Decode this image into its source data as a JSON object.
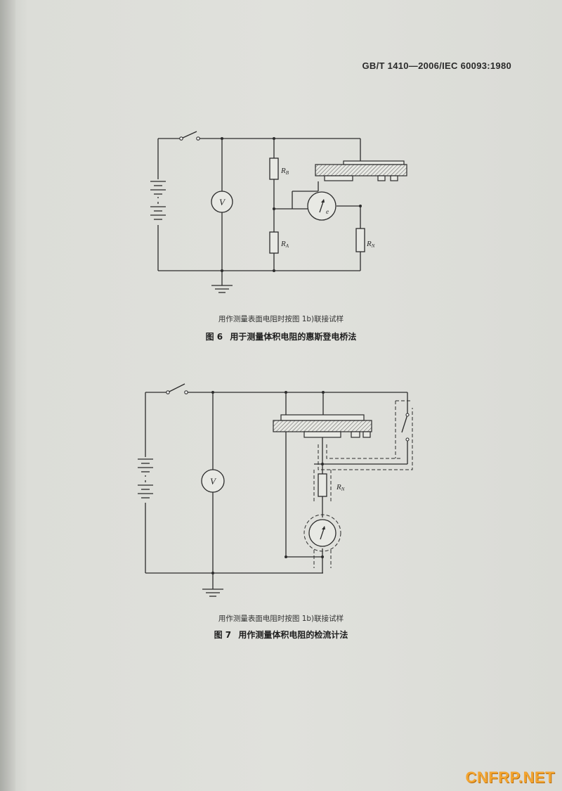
{
  "header": {
    "standard_code": "GB/T 1410—2006/IEC 60093:1980"
  },
  "figure6": {
    "resistor_labels": {
      "rb": "R",
      "rb_sub": "B",
      "ra": "R",
      "ra_sub": "A",
      "rn": "R",
      "rn_sub": "N"
    },
    "voltmeter_symbol": "V",
    "galvanometer_label": "e",
    "caption_note": "用作测量表面电阻时按图 1b)联接试样",
    "caption_number": "图 6",
    "caption_title": "用于测量体积电阻的惠斯登电桥法"
  },
  "figure7": {
    "resistor_labels": {
      "rn": "R",
      "rn_sub": "N"
    },
    "voltmeter_symbol": "V",
    "caption_note": "用作测量表面电阻时按图 1b)联接试样",
    "caption_number": "图 7",
    "caption_title": "用作测量体积电阻的检流计法"
  },
  "watermark": {
    "text": "CNFRP.NET",
    "color": "#f3a531"
  }
}
